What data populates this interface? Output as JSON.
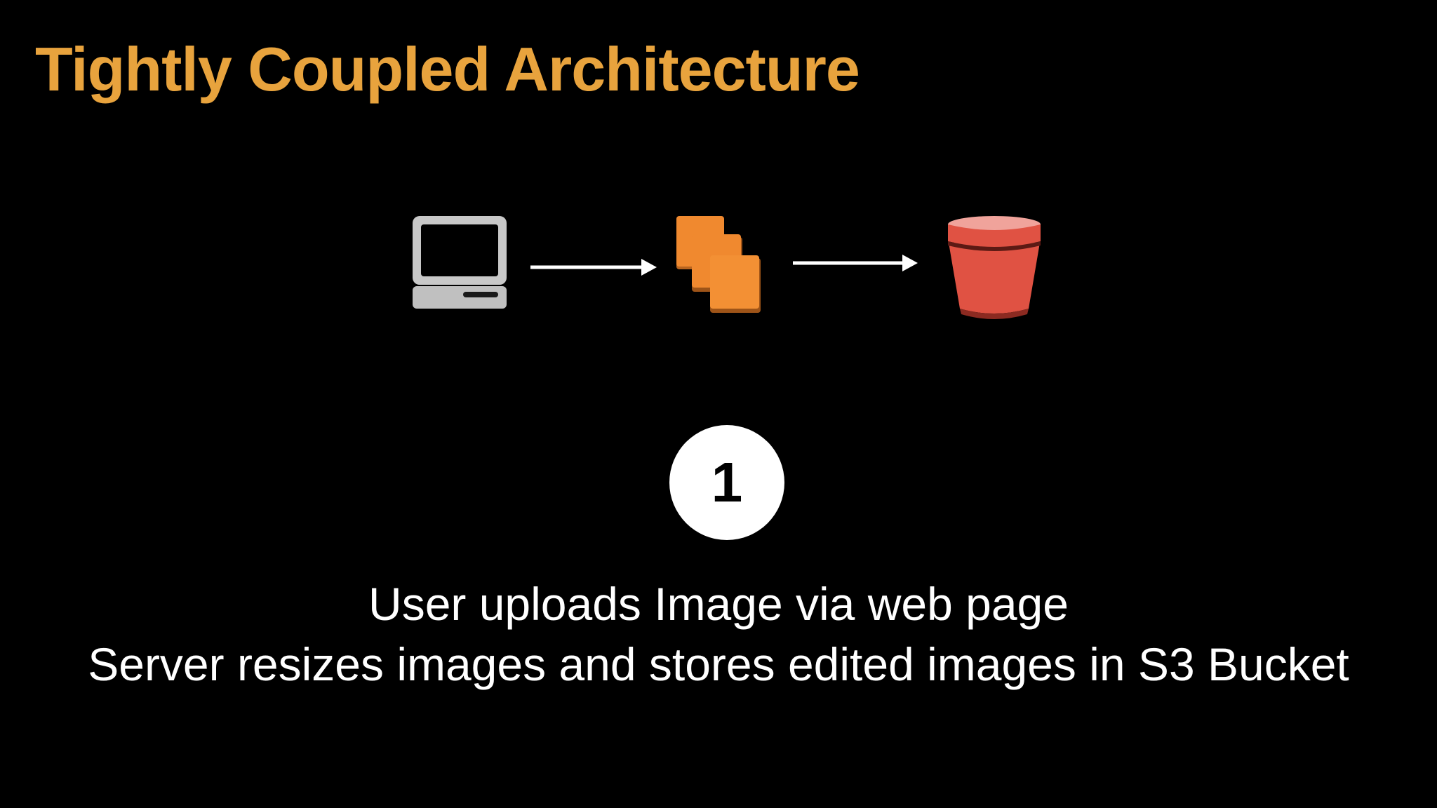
{
  "slide": {
    "title": "Tightly Coupled Architecture",
    "step_number": "1",
    "caption_lines": [
      "User uploads Image via web page",
      "Server resizes images and stores edited images in S3 Bucket"
    ]
  },
  "diagram": {
    "nodes": [
      {
        "id": "client",
        "icon": "computer-icon"
      },
      {
        "id": "servers",
        "icon": "server-instances-icon"
      },
      {
        "id": "storage",
        "icon": "s3-bucket-icon"
      }
    ],
    "edges": [
      {
        "from": "client",
        "to": "servers"
      },
      {
        "from": "servers",
        "to": "storage"
      }
    ]
  },
  "colors": {
    "background": "#000000",
    "title": "#e8a33d",
    "text": "#ffffff",
    "computer": "#bfbfbf",
    "server": "#f0892f",
    "bucket": "#e05243"
  }
}
